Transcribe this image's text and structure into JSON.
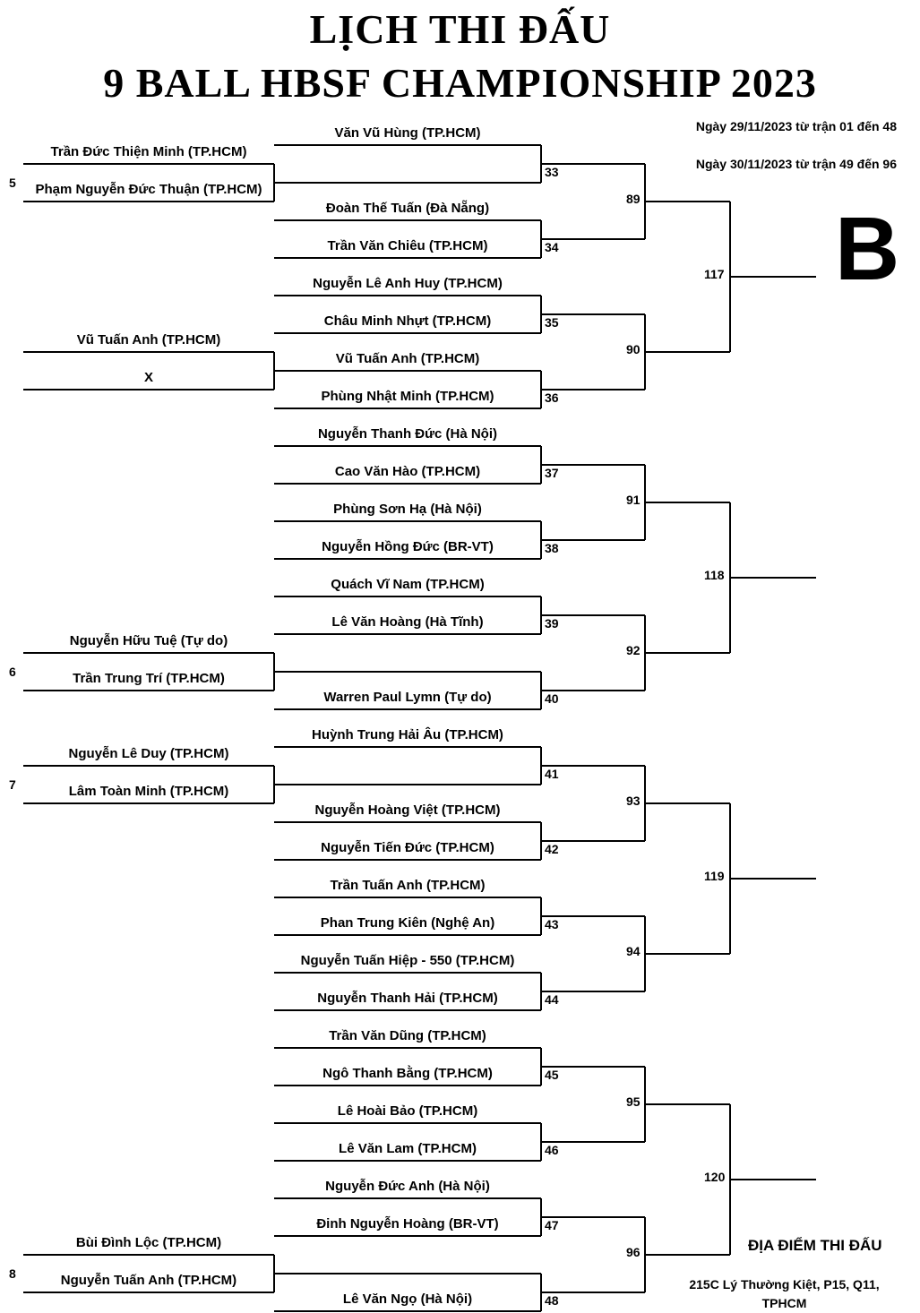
{
  "title": {
    "line1": "LỊCH THI ĐẤU",
    "line2": "9 BALL HBSF CHAMPIONSHIP 2023"
  },
  "schedule_notes": [
    "Ngày 29/11/2023 từ trận 01 đến 48",
    "Ngày 30/11/2023 từ trận 49 đến 96"
  ],
  "group_label": "B",
  "venue": {
    "heading": "ĐỊA ĐIỂM THI ĐẤU",
    "address_line1": "215C Lý Thường Kiệt, P15, Q11,",
    "address_line2": "TPHCM"
  },
  "preliminary_matches": [
    {
      "number": "5",
      "players": [
        "Trần Đức Thiện Minh (TP.HCM)",
        "Phạm Nguyễn Đức Thuận (TP.HCM)"
      ]
    },
    {
      "number": "",
      "players": [
        "Vũ Tuấn Anh (TP.HCM)",
        "X"
      ]
    },
    {
      "number": "6",
      "players": [
        "Nguyễn Hữu Tuệ (Tự do)",
        "Trần Trung Trí (TP.HCM)"
      ]
    },
    {
      "number": "7",
      "players": [
        "Nguyễn Lê Duy (TP.HCM)",
        "Lâm Toàn Minh (TP.HCM)"
      ]
    },
    {
      "number": "8",
      "players": [
        "Bùi Đình Lộc (TP.HCM)",
        "Nguyễn Tuấn Anh (TP.HCM)"
      ]
    }
  ],
  "round_matches": [
    {
      "number": "33",
      "players": [
        "Văn Vũ Hùng (TP.HCM)",
        ""
      ]
    },
    {
      "number": "34",
      "players": [
        "Đoàn Thế Tuấn (Đà Nẵng)",
        "Trần Văn Chiêu (TP.HCM)"
      ]
    },
    {
      "number": "35",
      "players": [
        "Nguyễn Lê Anh Huy (TP.HCM)",
        "Châu Minh Nhựt (TP.HCM)"
      ]
    },
    {
      "number": "36",
      "players": [
        "Vũ Tuấn Anh (TP.HCM)",
        "Phùng Nhật Minh (TP.HCM)"
      ]
    },
    {
      "number": "37",
      "players": [
        "Nguyễn Thanh Đức (Hà Nội)",
        "Cao Văn Hào (TP.HCM)"
      ]
    },
    {
      "number": "38",
      "players": [
        "Phùng Sơn Hạ (Hà Nội)",
        "Nguyễn Hồng Đức (BR-VT)"
      ]
    },
    {
      "number": "39",
      "players": [
        "Quách Vĩ Nam (TP.HCM)",
        "Lê Văn Hoàng (Hà Tĩnh)"
      ]
    },
    {
      "number": "40",
      "players": [
        "",
        "Warren Paul Lymn (Tự do)"
      ]
    },
    {
      "number": "41",
      "players": [
        "Huỳnh Trung Hải Âu (TP.HCM)",
        ""
      ]
    },
    {
      "number": "42",
      "players": [
        "Nguyễn Hoàng Việt (TP.HCM)",
        "Nguyễn Tiến Đức (TP.HCM)"
      ]
    },
    {
      "number": "43",
      "players": [
        "Trần Tuấn Anh (TP.HCM)",
        "Phan Trung Kiên (Nghệ An)"
      ]
    },
    {
      "number": "44",
      "players": [
        "Nguyễn Tuấn Hiệp - 550 (TP.HCM)",
        "Nguyễn Thanh Hải (TP.HCM)"
      ]
    },
    {
      "number": "45",
      "players": [
        "Trần Văn Dũng  (TP.HCM)",
        "Ngô Thanh Bằng (TP.HCM)"
      ]
    },
    {
      "number": "46",
      "players": [
        "Lê Hoài Bảo (TP.HCM)",
        "Lê Văn Lam (TP.HCM)"
      ]
    },
    {
      "number": "47",
      "players": [
        "Nguyễn Đức Anh (Hà Nội)",
        "Đinh Nguyễn Hoàng (BR-VT)"
      ]
    },
    {
      "number": "48",
      "players": [
        "",
        "Lê Văn Ngọ (Hà Nội)"
      ]
    }
  ],
  "second_round_matches": [
    "89",
    "90",
    "91",
    "92",
    "93",
    "94",
    "95",
    "96"
  ],
  "third_round_matches": [
    "117",
    "118",
    "119",
    "120"
  ]
}
